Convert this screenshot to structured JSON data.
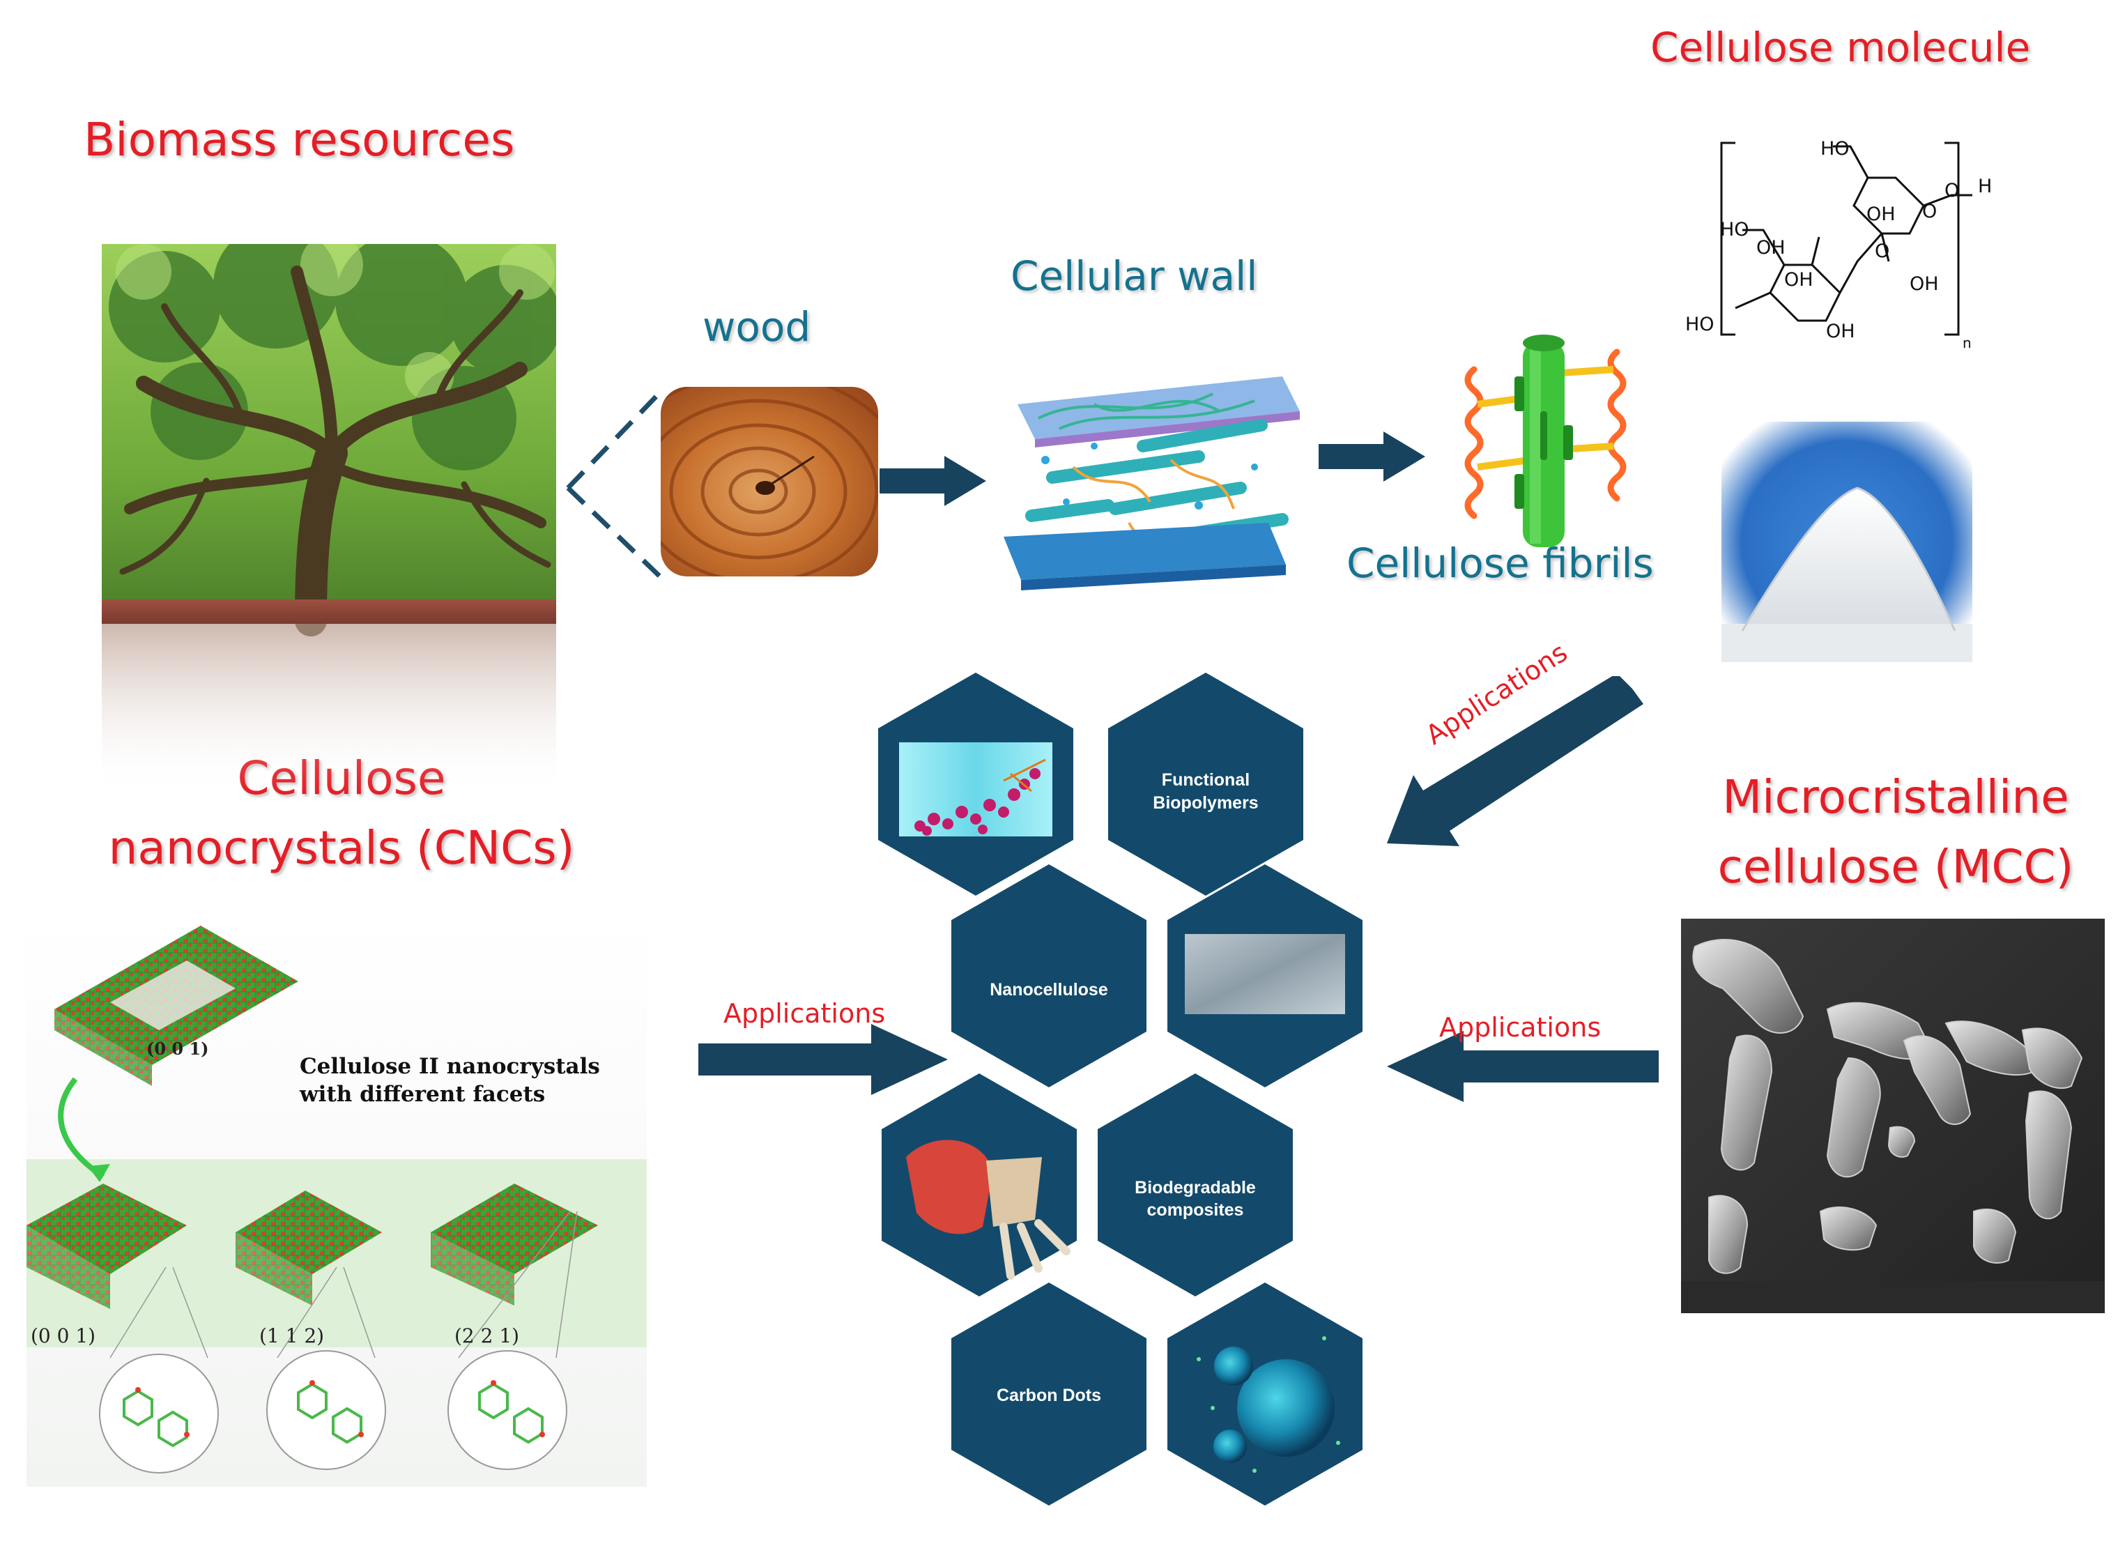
{
  "labels": {
    "biomass": "Biomass resources",
    "wood": "wood",
    "cellular_wall": "Cellular wall",
    "cellulose_molecule": "Cellulose molecule",
    "cellulose_fibrils": "Cellulose fibrils",
    "cnc_line1": "Cellulose",
    "cnc_line2": "nanocrystals (CNCs)",
    "mcc_line1": "Microcristalline",
    "mcc_line2": "cellulose (MCC)"
  },
  "arrows": {
    "top_right": "Applications",
    "left": "Applications",
    "right": "Applications"
  },
  "hexagons": {
    "functional_biopolymers": [
      "Functional",
      "Biopolymers"
    ],
    "nanocellulose": "Nanocellulose",
    "biodegradable_composites": [
      "Biodegradable",
      "composites"
    ],
    "carbon_dots": "Carbon Dots"
  },
  "molecule": {
    "groups": [
      "HO",
      "HO",
      "OH",
      "O",
      "O",
      "H",
      "O",
      "OH",
      "OH",
      "OH",
      "OH",
      "HO",
      "n"
    ]
  },
  "cnc_inset": {
    "title_line1": "Cellulose II  nanocrystals",
    "title_line2": "with different facets",
    "facet_top": "(0 0 1)",
    "facet_a": "(0  0  1)",
    "facet_b": "(1  1  2)",
    "facet_c": "(2  2  1)"
  },
  "colors": {
    "red_label": "#e41e26",
    "teal_label": "#14728e",
    "hexagon": "#134a6b",
    "arrow": "#17435f"
  }
}
